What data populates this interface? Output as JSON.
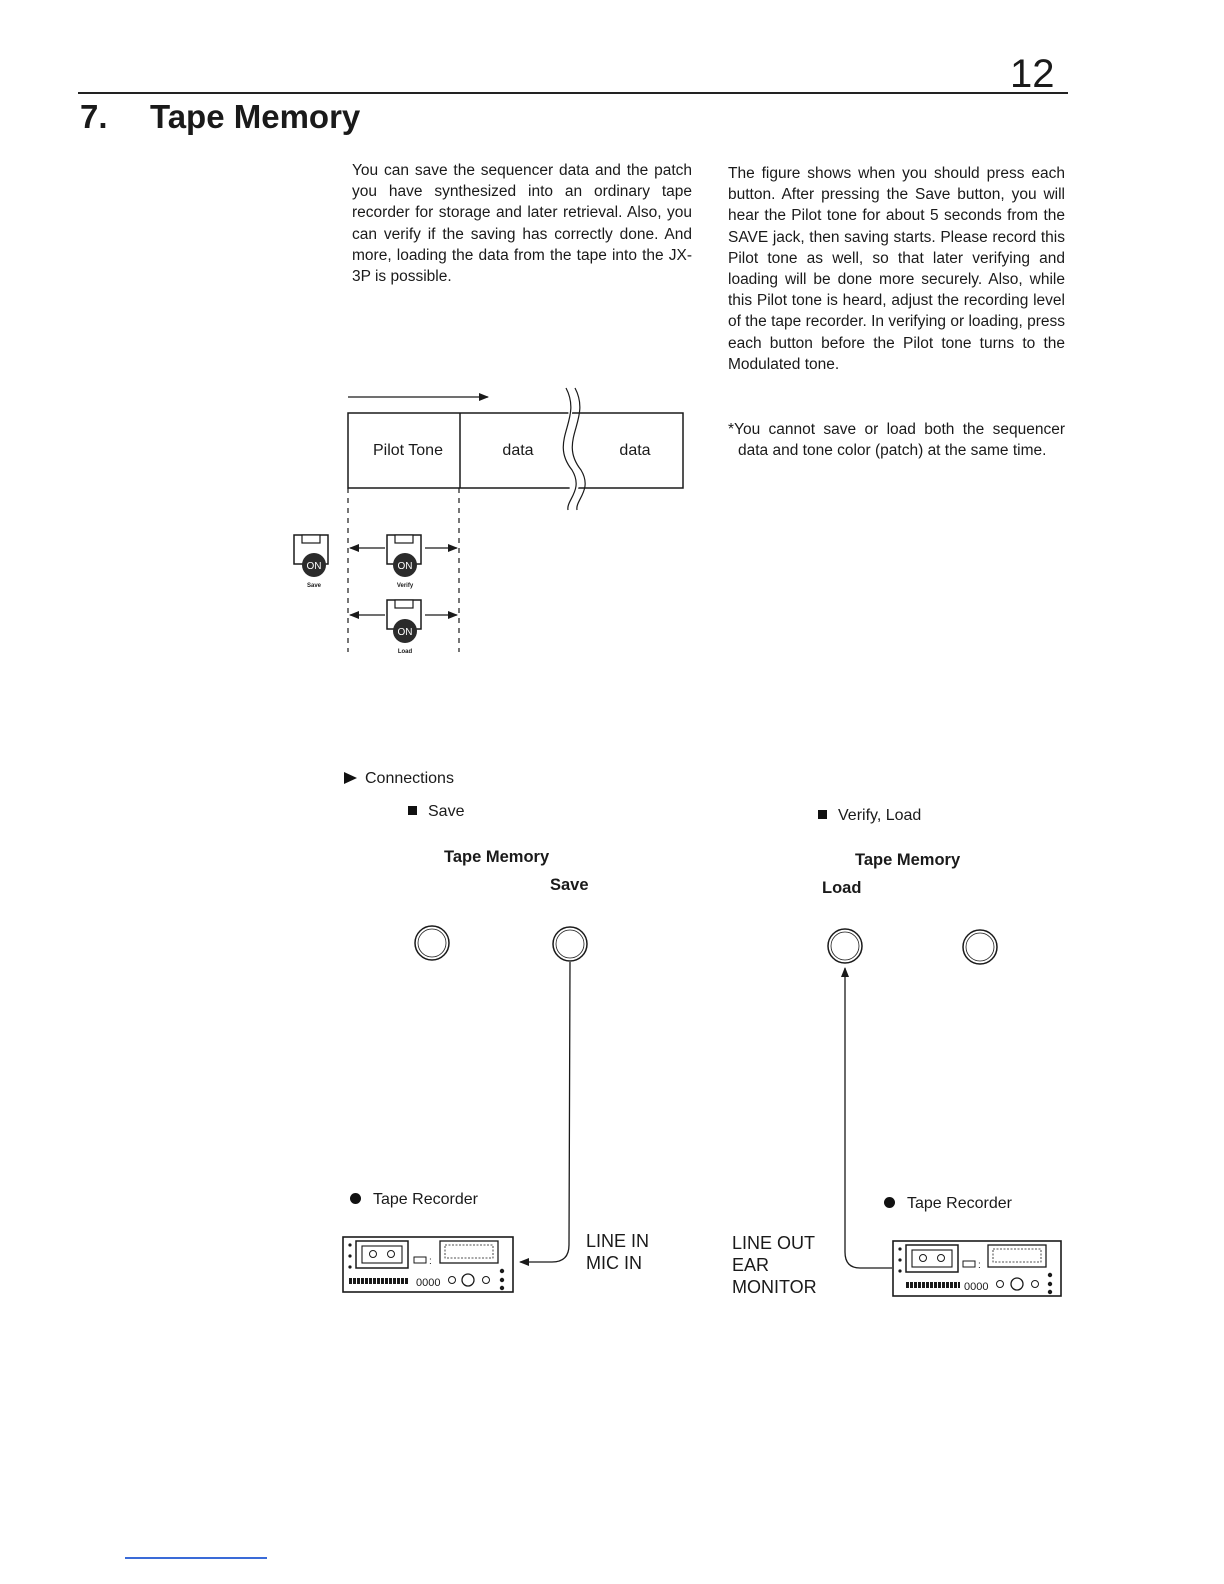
{
  "page": {
    "number": "12",
    "section_number": "7.",
    "section_title": "Tape Memory"
  },
  "intro": {
    "left_paragraph": "You can save the sequencer data and the patch you have synthesized into an ordinary tape recorder for storage and later retrieval. Also, you can verify if the saving has correctly done. And more, loading the data from the tape into the JX-3P is possible.",
    "right_paragraph": "The figure shows when you should press each button. After pressing the Save button, you will hear the Pilot tone for about 5 seconds from the SAVE jack, then saving starts. Please record this Pilot tone as well, so that later verifying and loading will be done more securely. Also, while this Pilot tone is heard, adjust the recording level of the tape recorder. In verifying or loading, press each button before the Pilot tone turns to the Modulated tone.",
    "note_lines": [
      "*You cannot save or load both the sequencer data and tone color (patch) at the same time."
    ]
  },
  "timing_diagram": {
    "cells": [
      "Pilot Tone",
      "data",
      "data"
    ],
    "buttons": [
      {
        "badge": "ON",
        "caption": "Save"
      },
      {
        "badge": "ON",
        "caption": "Verify"
      },
      {
        "badge": "ON",
        "caption": "Load"
      }
    ]
  },
  "connections": {
    "heading": "Connections",
    "save": {
      "subheading": "Save",
      "panel_title": "Tape Memory",
      "jack_label": "Save",
      "recorder_label": "Tape Recorder",
      "ports": [
        "LINE IN",
        "MIC IN"
      ]
    },
    "verify_load": {
      "subheading": "Verify, Load",
      "panel_title": "Tape Memory",
      "jack_label": "Load",
      "recorder_label": "Tape Recorder",
      "ports": [
        "LINE OUT",
        "EAR",
        "MONITOR"
      ]
    }
  },
  "colors": {
    "ink": "#1a1a1a",
    "button_badge": "#2b2b2b",
    "footer_rule": "#3a6bd8"
  },
  "icons": [
    "tape-memory-button-icon",
    "jack-icon",
    "cassette-recorder-icon",
    "arrow-right-icon",
    "square-bullet-icon",
    "dot-bullet-icon"
  ]
}
